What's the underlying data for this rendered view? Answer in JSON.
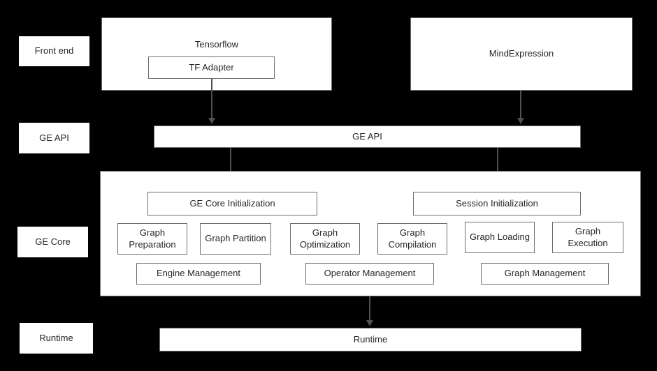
{
  "colors": {
    "background": "#000000",
    "box_background": "#ffffff",
    "box_border": "#6e6e6e",
    "text": "#262626",
    "arrow": "#4f4f4f"
  },
  "layer_labels": {
    "frontend": "Front end",
    "ge_api": "GE API",
    "ge_core": "GE Core",
    "runtime": "Runtime"
  },
  "frontend": {
    "tensorflow": {
      "label": "Tensorflow",
      "adapter": "TF Adapter"
    },
    "mindexpression": {
      "label": "MindExpression"
    }
  },
  "ge_api": {
    "label": "GE API"
  },
  "ge_core": {
    "init_boxes": {
      "core_init": "GE Core Initialization",
      "session_init": "Session Initialization"
    },
    "modules": [
      "Graph Preparation",
      "Graph Partition",
      "Graph Optimization",
      "Graph Compilation",
      "Graph Loading",
      "Graph Execution"
    ],
    "managers": [
      "Engine Management",
      "Operator Management",
      "Graph Management"
    ]
  },
  "runtime": {
    "label": "Runtime"
  }
}
